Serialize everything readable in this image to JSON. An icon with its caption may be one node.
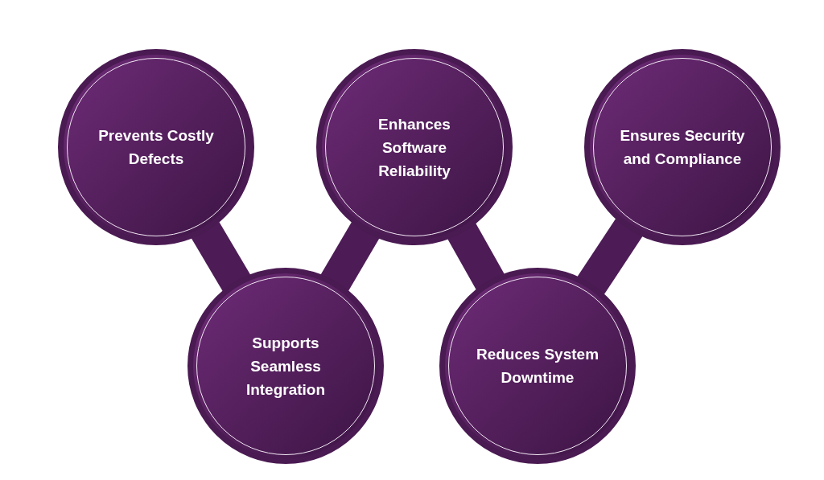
{
  "diagram": {
    "nodes": [
      {
        "text": [
          "Prevents Costly Defects"
        ]
      },
      {
        "text": [
          "Enhances Software Reliability"
        ]
      },
      {
        "text": [
          "Ensures Security and Compliance"
        ]
      },
      {
        "text": [
          "Supports Seamless Integration"
        ]
      },
      {
        "text": [
          "Reduces System Downtime"
        ]
      }
    ],
    "edges": [
      {
        "from": 0,
        "to": 3,
        "arrow": "none"
      },
      {
        "from": 3,
        "to": 1,
        "arrow": "none"
      },
      {
        "from": 1,
        "to": 4,
        "arrow": "none"
      },
      {
        "from": 4,
        "to": 2,
        "arrow": "none"
      }
    ]
  }
}
